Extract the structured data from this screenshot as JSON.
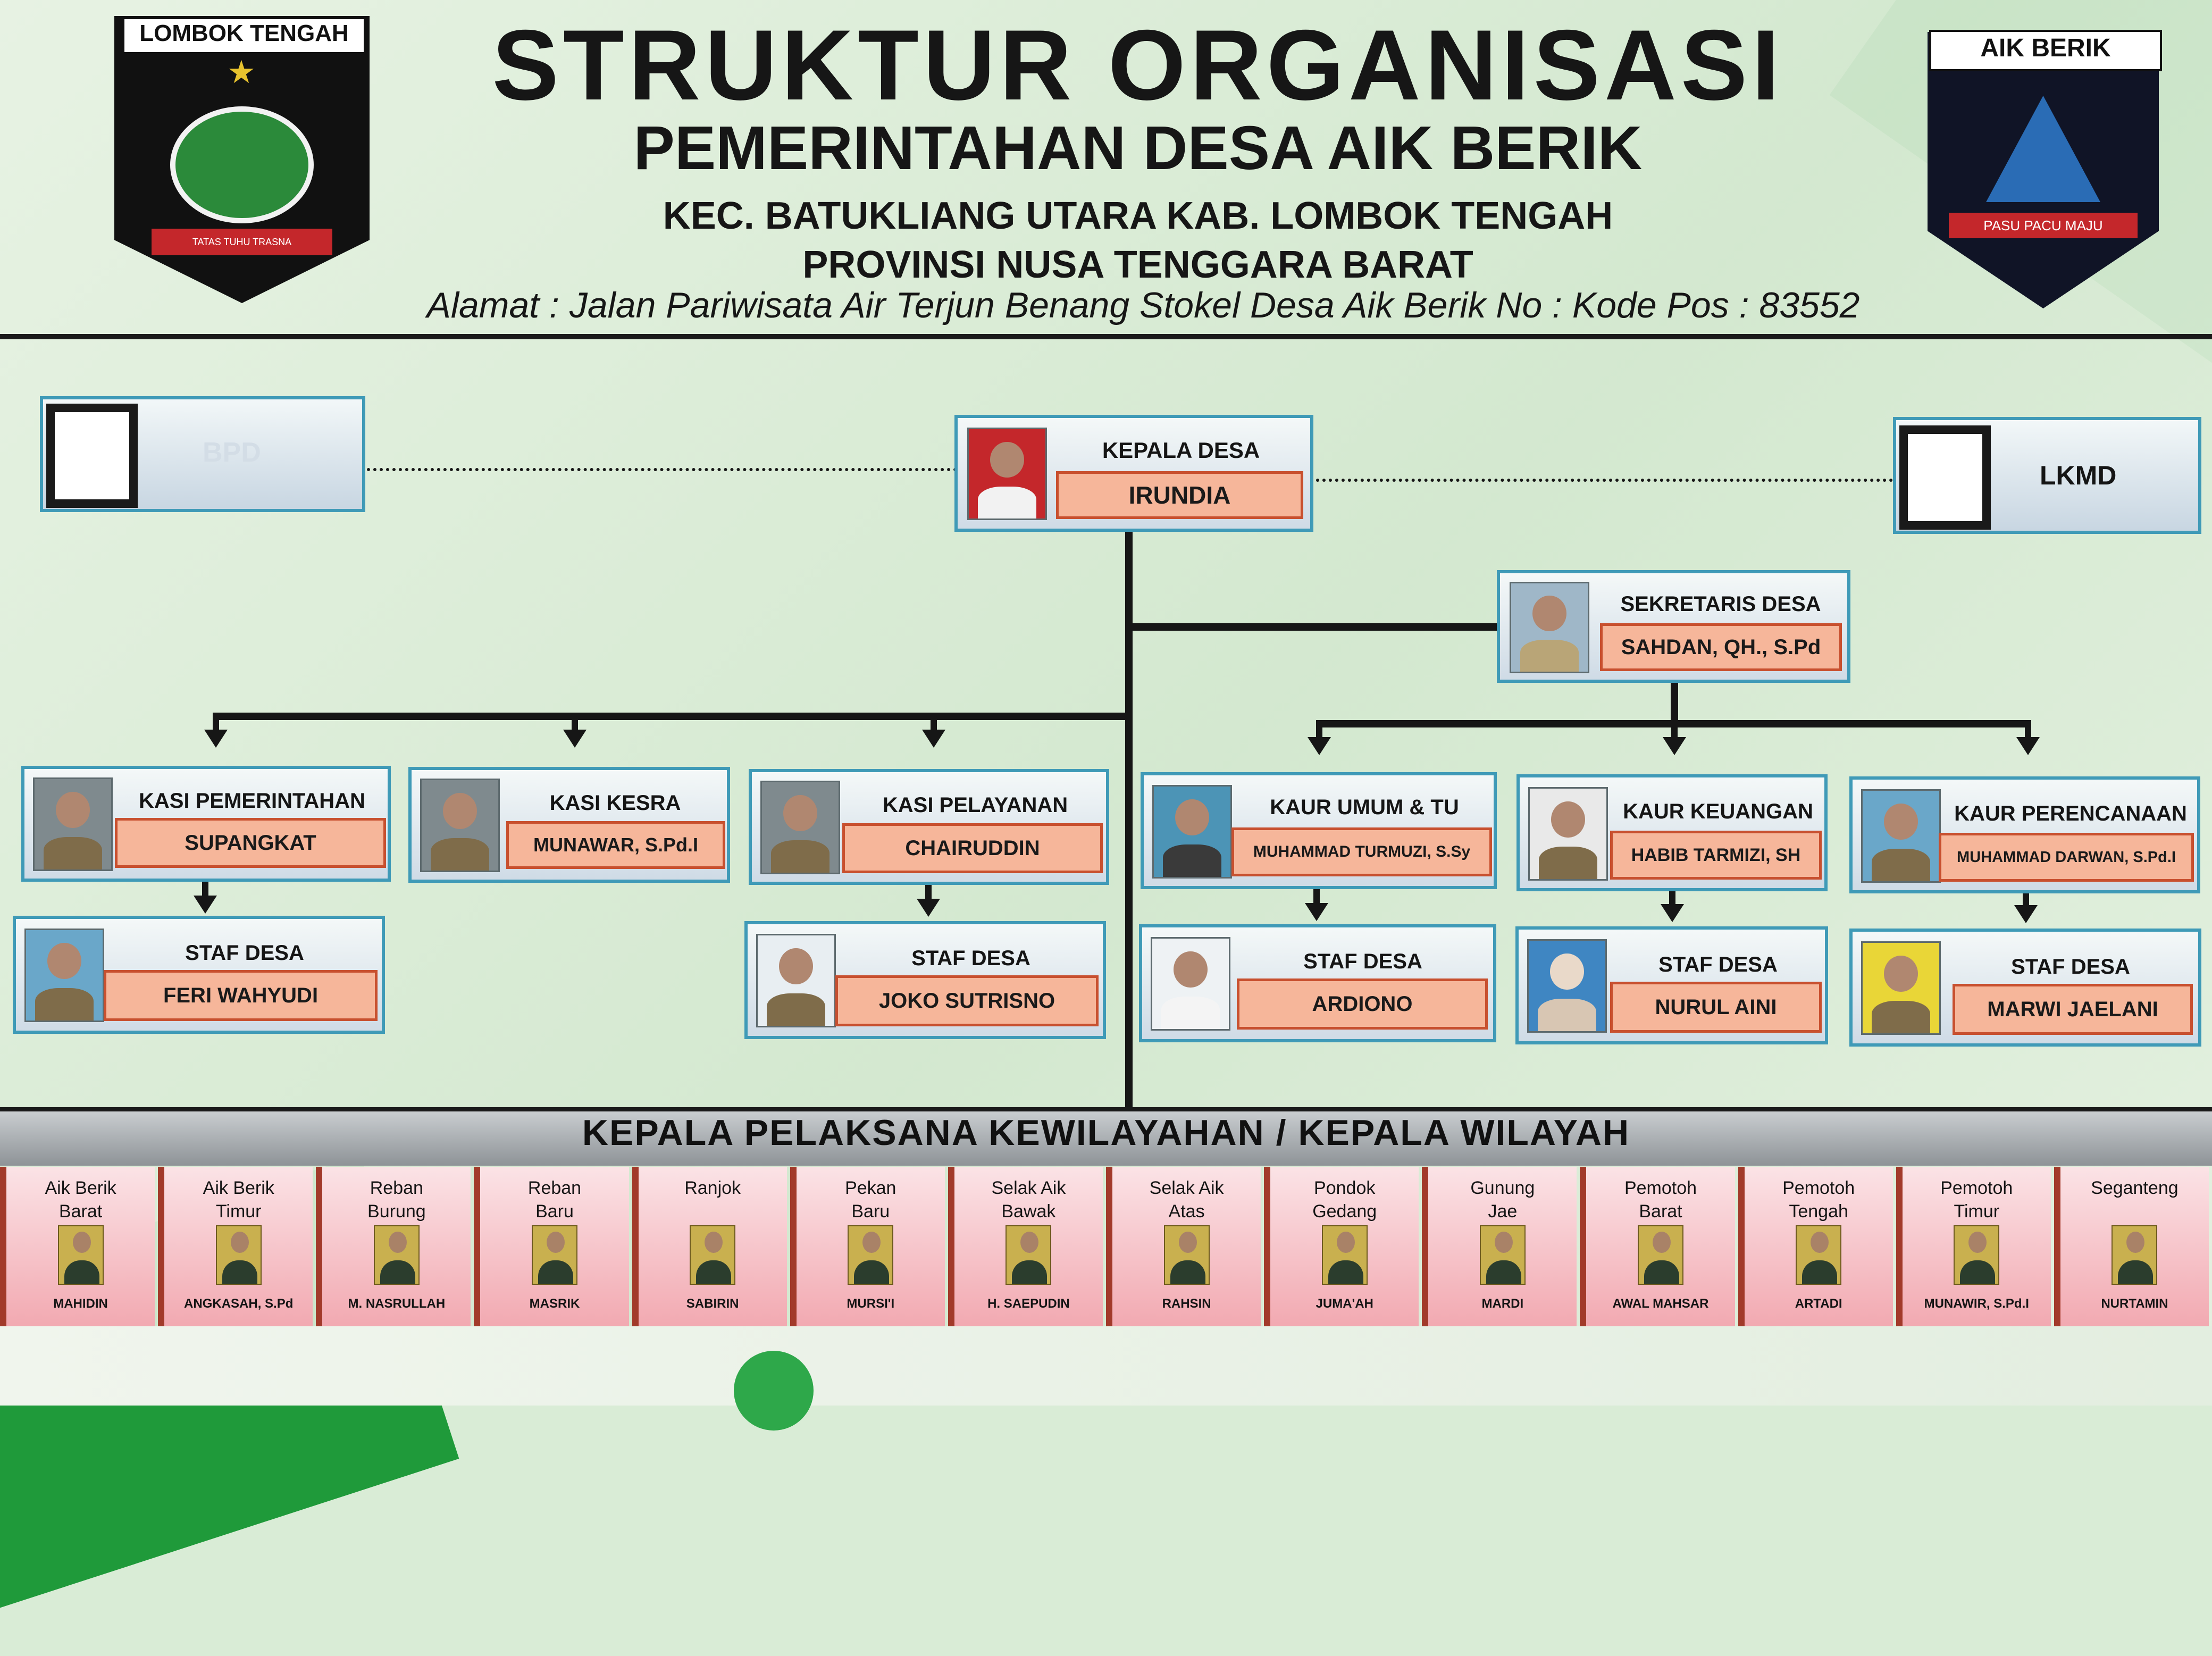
{
  "header": {
    "title": "STRUKTUR ORGANISASI",
    "subtitle": "PEMERINTAHAN DESA AIK BERIK",
    "district": "KEC. BATUKLIANG UTARA  KAB. LOMBOK TENGAH",
    "province": "PROVINSI NUSA TENGGARA BARAT",
    "address": "Alamat : Jalan Pariwisata Air Terjun Benang Stokel Desa Aik Berik No : Kode Pos : 83552"
  },
  "logos": {
    "left_caption": "LOMBOK TENGAH",
    "left_ribbon": "TATAS TUHU TRASNA",
    "right_caption": "AIK  BERIK",
    "right_ribbon": "PASU PACU MAJU"
  },
  "side": {
    "bpd": "BPD",
    "lkmd": "LKMD"
  },
  "head": {
    "role": "KEPALA DESA",
    "name": "IRUNDIA"
  },
  "secretary": {
    "role": "SEKRETARIS DESA",
    "name": "SAHDAN, QH., S.Pd"
  },
  "kasi": [
    {
      "role": "KASI PEMERINTAHAN",
      "name": "SUPANGKAT"
    },
    {
      "role": "KASI KESRA",
      "name": "MUNAWAR, S.Pd.I"
    },
    {
      "role": "KASI PELAYANAN",
      "name": "CHAIRUDDIN"
    }
  ],
  "kaur": [
    {
      "role": "KAUR UMUM & TU",
      "name": "MUHAMMAD TURMUZI, S.Sy"
    },
    {
      "role": "KAUR KEUANGAN",
      "name": "HABIB TARMIZI, SH"
    },
    {
      "role": "KAUR PERENCANAAN",
      "name": "MUHAMMAD DARWAN, S.Pd.I"
    }
  ],
  "staff": [
    {
      "role": "STAF DESA",
      "name": "FERI WAHYUDI"
    },
    {
      "role": "STAF DESA",
      "name": "JOKO SUTRISNO"
    },
    {
      "role": "STAF DESA",
      "name": "ARDIONO"
    },
    {
      "role": "STAF DESA",
      "name": "NURUL AINI"
    },
    {
      "role": "STAF DESA",
      "name": "MARWI JAELANI"
    }
  ],
  "regions_title": "KEPALA PELAKSANA KEWILAYAHAN / KEPALA WILAYAH",
  "regions": [
    {
      "name": "Aik Berik\nBarat",
      "leader": "MAHIDIN"
    },
    {
      "name": "Aik Berik\nTimur",
      "leader": "ANGKASAH, S.Pd"
    },
    {
      "name": "Reban\nBurung",
      "leader": "M. NASRULLAH"
    },
    {
      "name": "Reban\nBaru",
      "leader": "MASRIK"
    },
    {
      "name": "Ranjok",
      "leader": "SABIRIN"
    },
    {
      "name": "Pekan\nBaru",
      "leader": "MURSI'I"
    },
    {
      "name": "Selak Aik\nBawak",
      "leader": "H. SAEPUDIN"
    },
    {
      "name": "Selak Aik\nAtas",
      "leader": "RAHSIN"
    },
    {
      "name": "Pondok\nGedang",
      "leader": "JUMA'AH"
    },
    {
      "name": "Gunung\nJae",
      "leader": "MARDI"
    },
    {
      "name": "Pemotoh\nBarat",
      "leader": "AWAL MAHSAR"
    },
    {
      "name": "Pemotoh\nTengah",
      "leader": "ARTADI"
    },
    {
      "name": "Pemotoh\nTimur",
      "leader": "MUNAWIR, S.Pd.I"
    },
    {
      "name": "Seganteng",
      "leader": "NURTAMIN"
    }
  ],
  "colors": {
    "box_border": "#3f9ab7",
    "name_fill": "#f6b69a",
    "name_border": "#c8502f",
    "region_fill": "#f2a9b1",
    "accent_green": "#1f9a3a"
  }
}
